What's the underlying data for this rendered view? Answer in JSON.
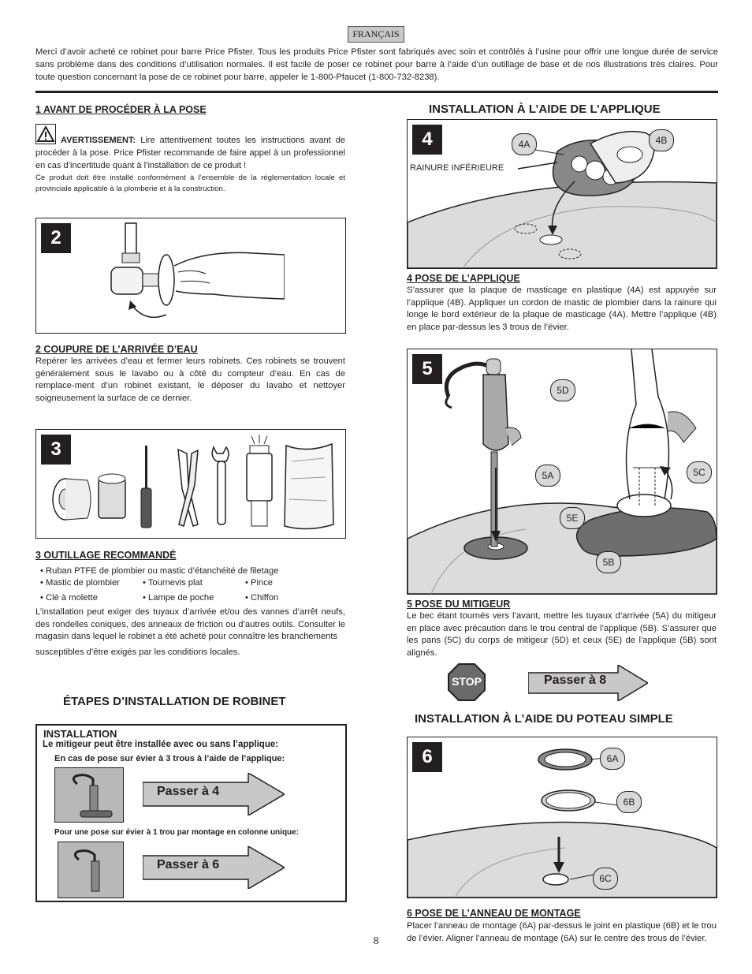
{
  "header": {
    "language": "FRANÇAIS",
    "intro": "Merci d’avoir acheté ce robinet pour barre Price Pfister. Tous les produits Price Pfister sont fabriqués avec soin et contrôlés à l’usine pour offrir une longue durée de service sans problème dans des conditions d’utilisation normales. Il est facile de poser ce robinet pour barre à l’aide d’un outillage de base et de nos illustrations très claires. Pour toute question concernant la pose de ce robinet pour barre, appeler le 1-800-Pfaucet (1-800-732-8238)."
  },
  "step1": {
    "title": "1   AVANT DE PROCÉDER À LA POSE",
    "warning_label": "AVERTISSEMENT:",
    "warning_text": " Lire attentivement toutes les instructions avant de procéder à la pose. Price Pfister recommande de faire appel à un professionnel en cas d’incertitude quant à l’installation de ce produit !",
    "note": "Ce produit doit être installé conformément à l’ensemble de la réglementation locale et provinciale applicable à la plomberie et à la construction."
  },
  "step2": {
    "num": "2",
    "title": "2   COUPURE DE L’ARRIVÉE D’EAU",
    "text": "Repérer les arrivées d’eau et fermer leurs robinets. Ces robinets se trouvent généralement sous le lavabo ou à côté du compteur d’eau. En cas de remplace-ment d’un robinet existant, le déposer du lavabo et nettoyer soigneusement la surface de ce dernier."
  },
  "step3": {
    "num": "3",
    "title": "3   OUTILLAGE RECOMMANDÉ",
    "bullet1": "• Ruban PTFE de plombier ou mastic d’étanchéité de filetage",
    "bullets_row1": [
      "• Mastic de plombier",
      "• Tournevis plat",
      "• Pince"
    ],
    "bullets_row2": [
      "• Clé à molette",
      "• Lampe de poche",
      "• Chiffon"
    ],
    "text": "L’installation peut exiger des tuyaux d’arrivée et/ou des vannes d’arrêt neufs, des rondelles coniques, des anneaux de friction ou d’autres outils. Consulter le magasin dans lequel le robinet a été acheté pour connaître les branchements",
    "text2": "susceptibles d’être exigés par les conditions locales."
  },
  "steps_heading": "ÉTAPES D’INSTALLATION DE ROBINET",
  "installation": {
    "title": "INSTALLATION",
    "subtitle": "Le mitigeur peut être installée avec ou sans l’applique:",
    "option1": "En cas de pose sur évier à 3 trous à l’aide de l’applique:",
    "goto1": "Passer à 4",
    "option2": "Pour une pose sur évier à 1 trou par montage en colonne unique:",
    "goto2": "Passer à 6"
  },
  "section_applique": "INSTALLATION À L’AIDE DE L’APPLIQUE",
  "step4": {
    "num": "4",
    "label_4a": "4A",
    "label_4b": "4B",
    "groove": "RAINURE INFÉRIEURE",
    "title": "4   POSE DE L’APPLIQUE",
    "text": "S’assurer que la plaque de masticage en plastique (4A) est appuyée sur l’applique (4B). Appliquer un cordon de mastic de plombier dans la rainure qui longe le bord extérieur de la plaque de masticage (4A). Mettre l’applique (4B) en place par-dessus les 3 trous de l’évier."
  },
  "step5": {
    "num": "5",
    "labels": {
      "a": "5A",
      "b": "5B",
      "c": "5C",
      "d": "5D",
      "e": "5E"
    },
    "title": "5   POSE DU MITIGEUR",
    "text": "Le bec étant tournés vers l’avant, mettre les tuyaux d’arrivée (5A) du mitigeur en place avec précaution dans le trou central de l’applique (5B). S’assurer que les pans (5C) du corps de mitigeur (5D) et ceux (5E) de l’applique (5B) sont alignés.",
    "stop": "STOP",
    "goto": "Passer à 8"
  },
  "section_poteau": "INSTALLATION À L’AIDE DU POTEAU SIMPLE",
  "step6": {
    "num": "6",
    "labels": {
      "a": "6A",
      "b": "6B",
      "c": "6C"
    },
    "title": "6   POSE DE L’ANNEAU DE MONTAGE",
    "text": "Placer l’anneau de montage (6A) par-dessus le joint en plastique (6B) et le trou de l’évier. Aligner l’anneau de montage (6A) sur le centre des trous de l’évier."
  },
  "page_number": "8"
}
